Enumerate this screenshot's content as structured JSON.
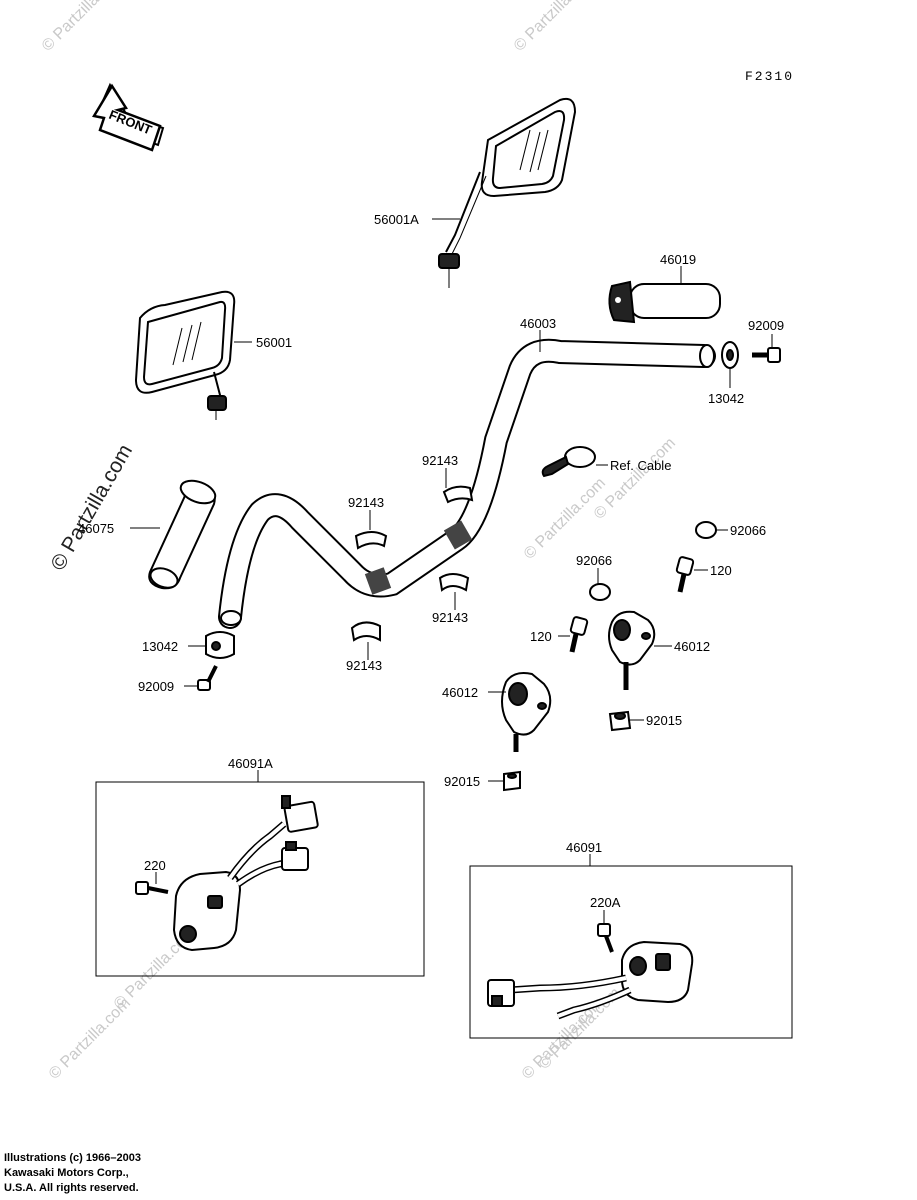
{
  "diagram_code": "F2310",
  "front_label": "FRONT",
  "watermark": "© Partzilla.com",
  "watermark_big": "© Partzilla.com",
  "labels": {
    "mirror_a": "56001A",
    "mirror": "56001",
    "grip_right": "46019",
    "handlebar": "46003",
    "bolt_92009_right": "92009",
    "weight_13042_right": "13042",
    "ref_cable": "Ref. Cable",
    "grip_left": "46075",
    "sleeve_top_mid": "92143",
    "sleeve_top_left": "92143",
    "sleeve_bottom_right": "92143",
    "sleeve_bottom_left": "92143",
    "weight_13042_left": "13042",
    "bolt_92009_left": "92009",
    "cap_92066_right": "92066",
    "bolt_120_right": "120",
    "cap_92066_mid": "92066",
    "bolt_120_mid": "120",
    "holder_46012_right": "46012",
    "holder_46012_left": "46012",
    "nut_92015_right": "92015",
    "nut_92015_left": "92015",
    "switch_46091a": "46091A",
    "screw_220": "220",
    "switch_46091": "46091",
    "screw_220a": "220A"
  },
  "copyright": {
    "line1": "Illustrations (c) 1966–2003",
    "line2": "Kawasaki Motors Corp.,",
    "line3": "U.S.A.  All rights reserved."
  }
}
